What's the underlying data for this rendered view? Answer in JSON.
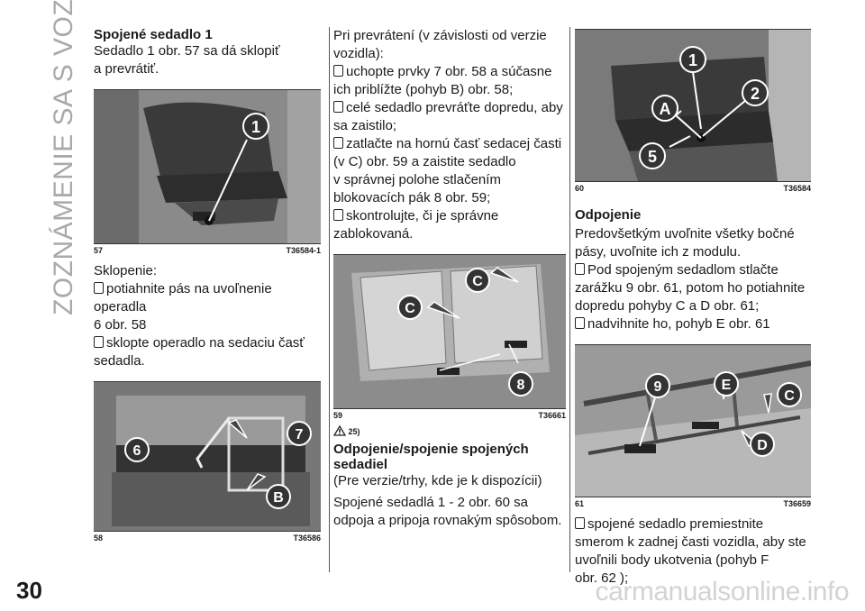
{
  "side_title": "ZOZNÁMENIE SA S VOZIDLOM",
  "page_number": "30",
  "watermark": "carmanualsonline.info",
  "col1": {
    "heading": "Spojené sedadlo 1",
    "intro_1": "Sedadlo 1 obr. 57 sa dá sklopiť",
    "intro_2": "a prevrátiť.",
    "fig57": {
      "num": "57",
      "code": "T36584-1",
      "callouts": [
        "1"
      ]
    },
    "sklopenie": "Sklopenie:",
    "b1_l1": "potiahnite pás na uvoľnenie operadla",
    "b1_l2": "6 obr. 58",
    "b2_l1": "sklopte operadlo na sedaciu časť",
    "b2_l2": "sedadla.",
    "fig58": {
      "num": "58",
      "code": "T36586",
      "callouts": [
        "6",
        "7",
        "B"
      ]
    }
  },
  "col2": {
    "l1": "Pri prevrátení (v závislosti od verzie",
    "l2": "vozidla):",
    "b1_l1": "uchopte prvky 7 obr. 58 a súčasne",
    "b1_l2": "ich priblížte (pohyb B) obr. 58;",
    "b2_l1": "celé sedadlo prevráťte dopredu, aby",
    "b2_l2": "sa zaistilo;",
    "b3_l1": "zatlačte na hornú časť sedacej časti",
    "b3_l2": "(v C) obr. 59 a zaistite sedadlo",
    "b3_l3": "v správnej polohe stlačením",
    "b3_l4": "blokovacích pák 8 obr. 59;",
    "b4_l1": "skontrolujte, či je správne",
    "b4_l2": "zablokovaná.",
    "fig59": {
      "num": "59",
      "code": "T36661",
      "callouts": [
        "C",
        "C",
        "8"
      ]
    },
    "warning_ref": "25)",
    "heading_l1": "Odpojenie/spojenie spojených",
    "heading_l2": "sedadiel",
    "sub": "(Pre verzie/trhy, kde je k dispozícii)",
    "p_l1": "Spojené sedadlá 1 - 2 obr. 60 sa",
    "p_l2": "odpoja a pripoja rovnakým spôsobom."
  },
  "col3": {
    "fig60": {
      "num": "60",
      "code": "T36584",
      "callouts": [
        "1",
        "2",
        "A",
        "5"
      ]
    },
    "heading": "Odpojenie",
    "p_l1": "Predovšetkým uvoľnite všetky bočné",
    "p_l2": "pásy, uvoľnite ich z modulu.",
    "b1_l1": "Pod spojeným sedadlom stlačte",
    "b1_l2": "zarážku 9 obr. 61, potom ho potiahnite",
    "b1_l3": "dopredu pohyby C a D obr. 61;",
    "b2_l1": "nadvihnite ho, pohyb E obr. 61",
    "fig61": {
      "num": "61",
      "code": "T36659",
      "callouts": [
        "9",
        "E",
        "C",
        "D"
      ]
    },
    "b3_l1": "spojené sedadlo premiestnite",
    "b3_l2": "smerom k zadnej časti vozidla, aby ste",
    "b3_l3": "uvoľnili body ukotvenia (pohyb F",
    "b3_l4": "obr. 62 );"
  }
}
